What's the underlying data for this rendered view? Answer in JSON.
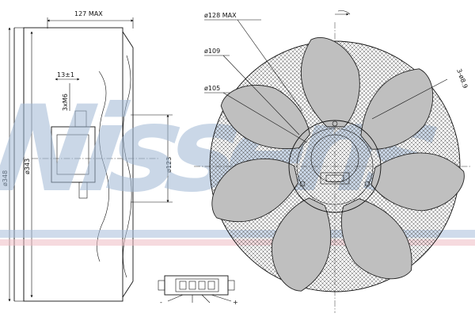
{
  "watermark": {
    "text": "Nissens",
    "colors": {
      "text": "#9fb8d4",
      "band_blue": "#a9bfdc",
      "band_red": "#f0bcc4"
    }
  },
  "dimensions": {
    "side_depth_max": "127 MAX",
    "overall_height": "ø348",
    "shroud_height": "ø343",
    "offset_13": "13±1",
    "thread": "3xM6",
    "motor_diameter": "ø123",
    "fan_max_diameter": "ø128 MAX",
    "diameter_109": "ø109",
    "diameter_105": "ø105",
    "holes": "3-ø8.9"
  },
  "connector": {
    "minus_label": "-",
    "plus_label": "+"
  },
  "fan": {
    "blade_count": 7
  }
}
